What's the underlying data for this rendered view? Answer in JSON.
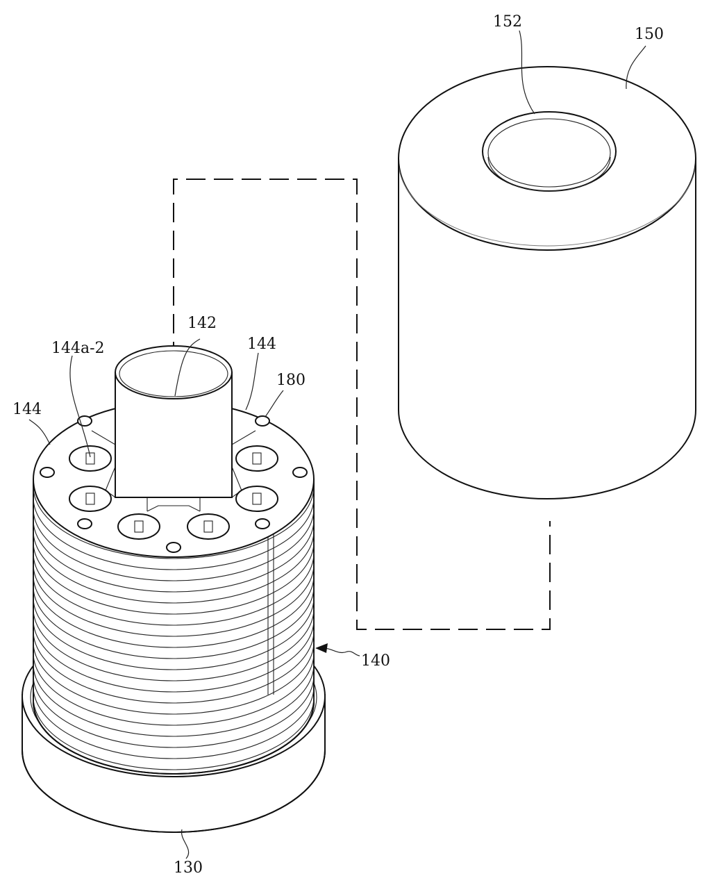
{
  "labels": {
    "l152": "152",
    "l150": "150",
    "l142": "142",
    "l144a2": "144a-2",
    "l144_right": "144",
    "l180": "180",
    "l144_left": "144",
    "l140": "140",
    "l130": "130"
  }
}
